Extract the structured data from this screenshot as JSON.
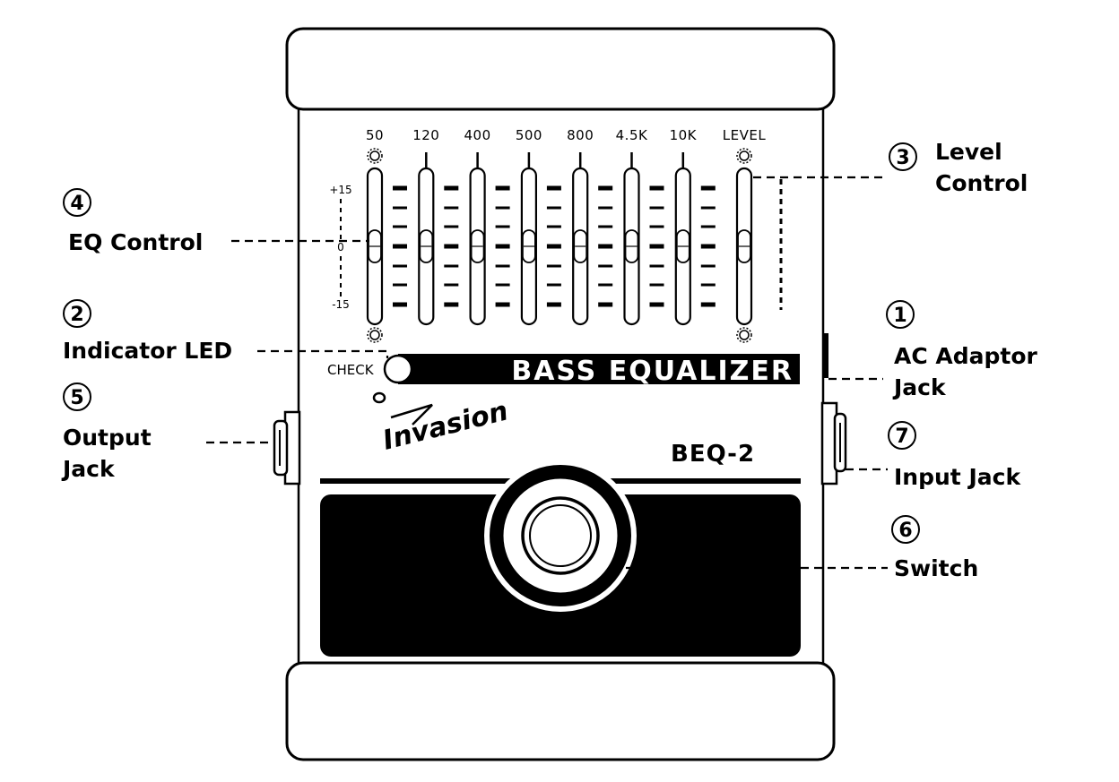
{
  "pedal": {
    "product_name": "BASS EQUALIZER",
    "model": "BEQ-2",
    "brand_logo_text": "Invasion",
    "check_label": "CHECK",
    "scale": {
      "plus": "+15",
      "zero": "0",
      "minus": "-15"
    },
    "bands": [
      {
        "label": "50",
        "level": 0
      },
      {
        "label": "120",
        "level": 0
      },
      {
        "label": "400",
        "level": 0
      },
      {
        "label": "500",
        "level": 0
      },
      {
        "label": "800",
        "level": 0
      },
      {
        "label": "4.5K",
        "level": 0
      },
      {
        "label": "10K",
        "level": 0
      }
    ],
    "level_slider": {
      "label": "LEVEL",
      "level": 0.5
    }
  },
  "callouts": [
    {
      "id": "ac-adaptor-jack",
      "number": "①",
      "lines": [
        "AC Adaptor",
        "Jack"
      ]
    },
    {
      "id": "indicator-led",
      "number": "②",
      "lines": [
        "Indicator LED"
      ]
    },
    {
      "id": "level-control",
      "number": "③",
      "lines": [
        "Level",
        "Control"
      ]
    },
    {
      "id": "eq-control",
      "number": "④",
      "lines": [
        "EQ Control"
      ]
    },
    {
      "id": "output-jack",
      "number": "⑤",
      "lines": [
        "Output",
        "Jack"
      ]
    },
    {
      "id": "switch",
      "number": "⑥",
      "lines": [
        "Switch"
      ]
    },
    {
      "id": "input-jack",
      "number": "⑦",
      "lines": [
        "Input Jack"
      ]
    }
  ]
}
